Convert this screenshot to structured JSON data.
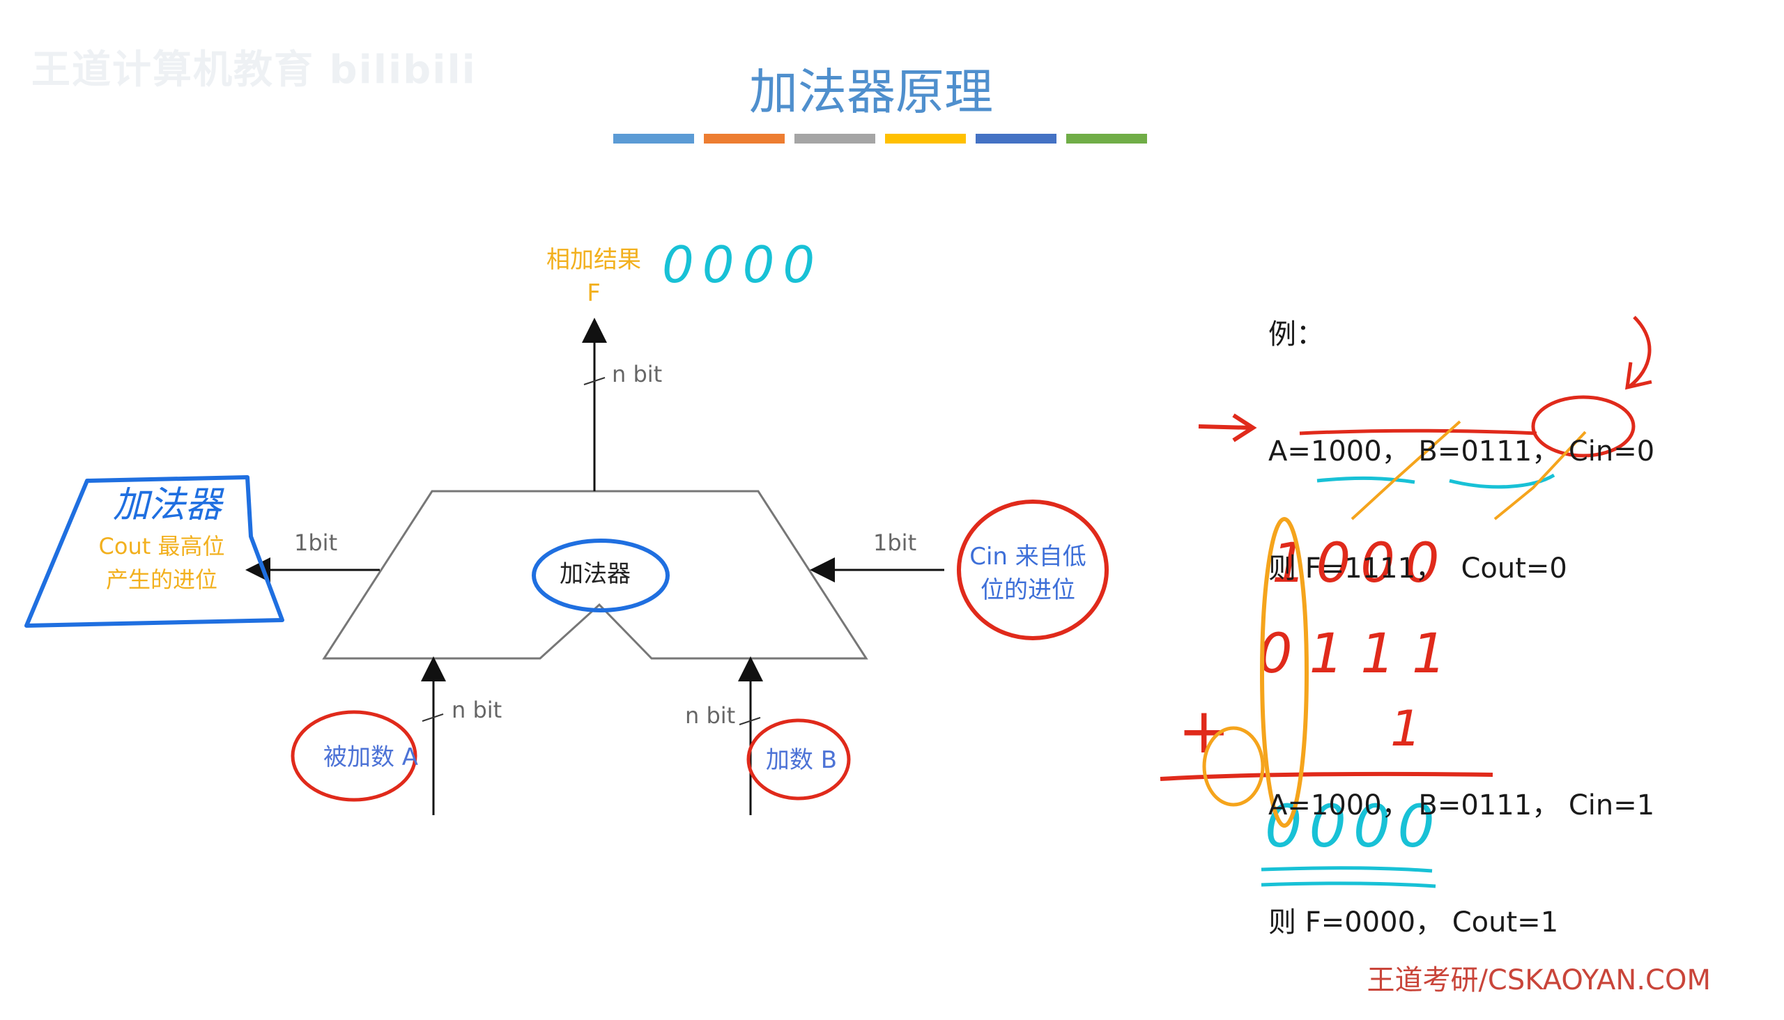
{
  "watermark": "王道计算机教育 bilibili",
  "title": "加法器原理",
  "colorbar": [
    "#5b9bd5",
    "#ed7d31",
    "#a5a5a5",
    "#ffc000",
    "#4472c4",
    "#70ad47"
  ],
  "diagram": {
    "center_label": "加法器",
    "out_label_line1": "相加结果",
    "out_label_line2": "F",
    "out_bits": "n bit",
    "cout_bits": "1bit",
    "cin_bits": "1bit",
    "a_bits": "n bit",
    "b_bits": "n bit",
    "cout_desc_line1": "Cout 最高位",
    "cout_desc_line2": "产生的进位",
    "cin_desc_line1": "Cin 来自低",
    "cin_desc_line2": "位的进位",
    "a_label": "被加数 A",
    "b_label": "加数 B"
  },
  "handwriting": {
    "box_title": "加法器",
    "result_top": "0000",
    "row1": "1000",
    "row2": "0111",
    "carry": "1",
    "sum": "0000"
  },
  "example": {
    "heading": "例：",
    "line1": "A=1000， B=0111， Cin=0",
    "line2": "则 F=1111，  Cout=0",
    "line3": "A=1000， B=0111， Cin=1",
    "line4": "则 F=0000， Cout=1"
  },
  "footer": "王道考研/CSKAOYAN.COM"
}
